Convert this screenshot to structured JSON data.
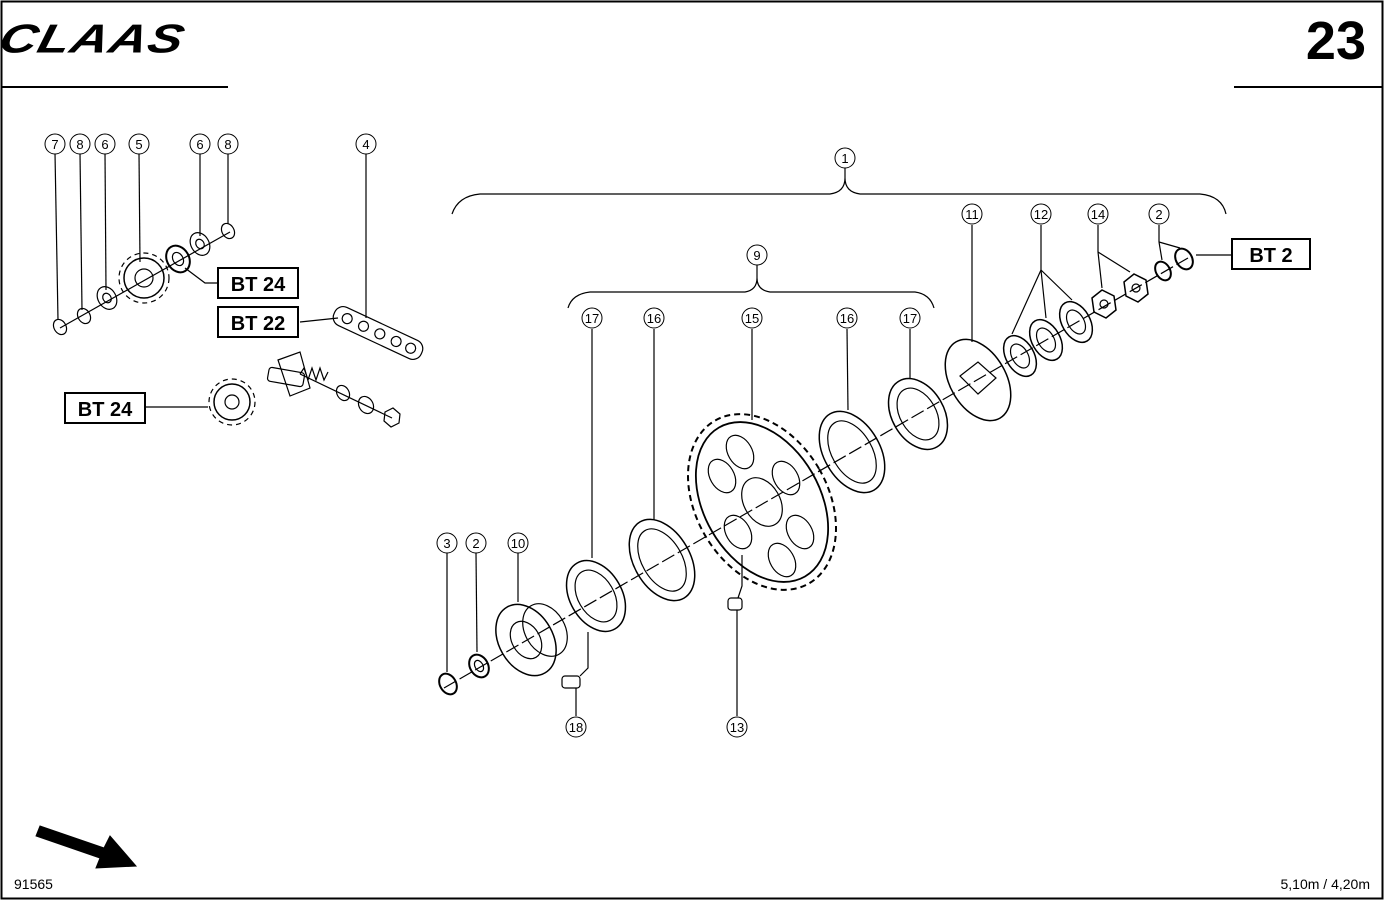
{
  "header": {
    "brand": "CLAAS",
    "page_number": "23"
  },
  "footer": {
    "figure_id": "91565",
    "dimensions": "5,10m / 4,20m"
  },
  "callouts": [
    "7",
    "8",
    "6",
    "5",
    "6",
    "8",
    "4",
    "1",
    "9",
    "11",
    "12",
    "14",
    "2",
    "17",
    "16",
    "15",
    "16",
    "17",
    "3",
    "2",
    "10",
    "18",
    "13"
  ],
  "refs": [
    "BT 24",
    "BT 22",
    "BT 24",
    "BT 2"
  ],
  "icons": {
    "direction": "arrow-southeast-icon"
  }
}
